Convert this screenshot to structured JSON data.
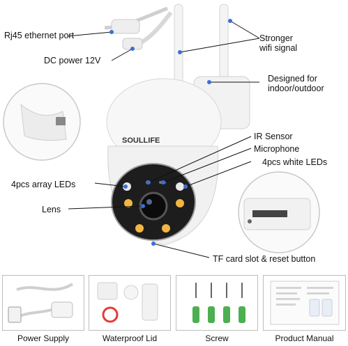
{
  "callouts": {
    "rj45": "Rj45 ethernet port",
    "dc_power": "DC power 12V",
    "wifi_line1": "Stronger",
    "wifi_line2": "wifi signal",
    "indoor_line1": "Designed for",
    "indoor_line2": "indoor/outdoor",
    "ir_sensor": "IR Sensor",
    "microphone": "Microphone",
    "white_leds": "4pcs white LEDs",
    "array_leds": "4pcs array LEDs",
    "lens": "Lens",
    "tf_card": "TF card slot & reset button"
  },
  "brand": "SOULLIFE",
  "accessories": [
    {
      "label": "Power Supply"
    },
    {
      "label": "Waterproof Lid"
    },
    {
      "label": "Screw"
    },
    {
      "label": "Product Manual"
    }
  ],
  "colors": {
    "callout_dot": "#3b6fd8",
    "led_amber": "#f2b640",
    "rubber_ring": "#e53935",
    "anchor_green": "#4caf50"
  }
}
